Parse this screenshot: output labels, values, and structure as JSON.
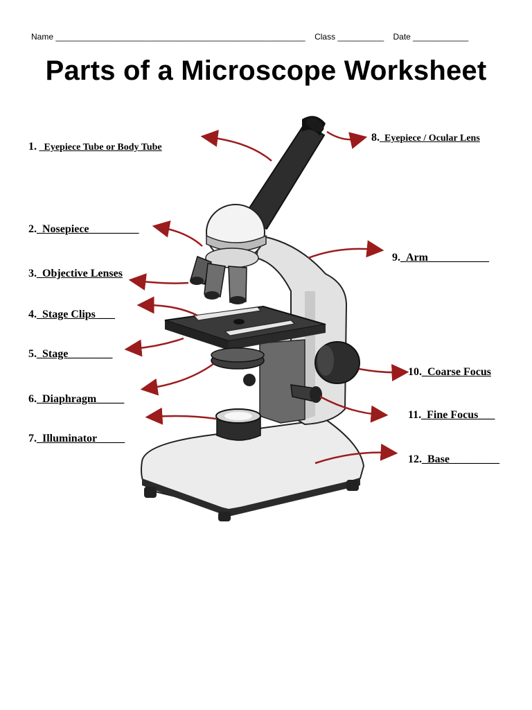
{
  "header": {
    "name_label": "Name ______________________________________________________",
    "class_label": "Class __________",
    "date_label": "Date ____________"
  },
  "title": "Parts of a Microscope Worksheet",
  "labels": [
    {
      "num": "1.",
      "prefix": " _",
      "answer": "Eyepiece Tube or Body Tube",
      "suffix": ""
    },
    {
      "num": "2.",
      "prefix": "_",
      "answer": "Nosepiece",
      "suffix": "_________"
    },
    {
      "num": "3.",
      "prefix": "_",
      "answer": "Objective Lenses",
      "suffix": ""
    },
    {
      "num": "4.",
      "prefix": "_",
      "answer": "Stage Clips ",
      "suffix": "___"
    },
    {
      "num": "5.",
      "prefix": "_",
      "answer": "Stage",
      "suffix": "________"
    },
    {
      "num": "6.",
      "prefix": "_",
      "answer": "Diaphragm",
      "suffix": "_____"
    },
    {
      "num": "7.",
      "prefix": "_",
      "answer": "Illuminator",
      "suffix": "_____"
    },
    {
      "num": "8.",
      "prefix": "_",
      "answer": "Eyepiece / Ocular Lens",
      "suffix": ""
    },
    {
      "num": "9.",
      "prefix": "_",
      "answer": "Arm",
      "suffix": "___________"
    },
    {
      "num": "10.",
      "prefix": "_",
      "answer": "Coarse Focus",
      "suffix": ""
    },
    {
      "num": "11.",
      "prefix": "_",
      "answer": "Fine Focus",
      "suffix": "___"
    },
    {
      "num": "12.",
      "prefix": "_",
      "answer": "Base",
      "suffix": "_________"
    }
  ],
  "colors": {
    "arrow": "#9b1c1c",
    "metal_dark": "#3a3a3a",
    "body_light": "#e9e9e9"
  }
}
